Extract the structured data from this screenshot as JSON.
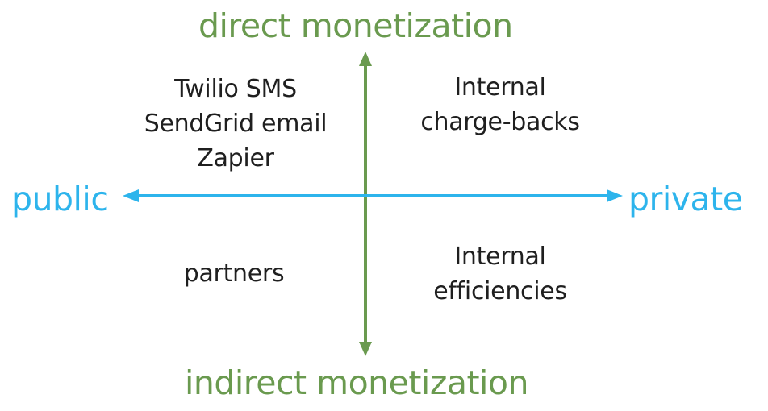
{
  "diagram": {
    "type": "quadrant",
    "vertical_axis": {
      "top_label": "direct monetization",
      "bottom_label": "indirect monetization",
      "color": "#6a9a4f"
    },
    "horizontal_axis": {
      "left_label": "public",
      "right_label": "private",
      "color": "#2db4ec"
    },
    "quadrants": {
      "top_left": {
        "lines": [
          "Twilio SMS",
          "SendGrid email",
          "Zapier"
        ]
      },
      "top_right": {
        "lines": [
          "Internal",
          "charge-backs"
        ]
      },
      "bottom_left": {
        "lines": [
          "partners"
        ]
      },
      "bottom_right": {
        "lines": [
          "Internal",
          "efficiencies"
        ]
      }
    }
  }
}
